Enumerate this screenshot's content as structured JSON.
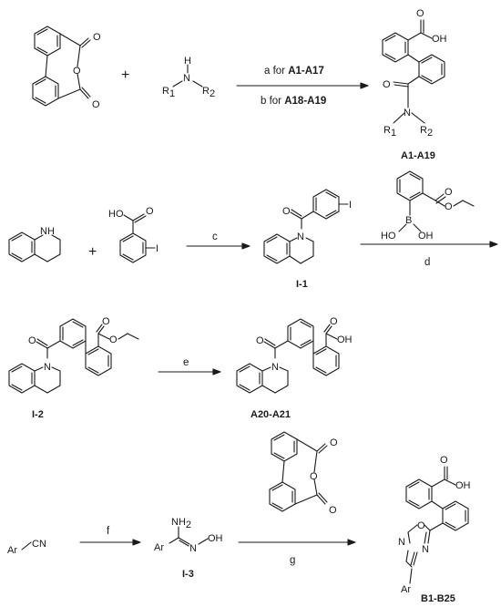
{
  "row1": {
    "plus": "+",
    "amine_H": "H",
    "amine_N": "N",
    "amine_R1": "R",
    "amine_R1_sub": "1",
    "amine_R2": "R",
    "amine_R2_sub": "2",
    "cond_a_prefix": "a for ",
    "cond_a_cmp": "A1-A17",
    "cond_b_prefix": "b for ",
    "cond_b_cmp": "A18-A19",
    "prod_OH": "OH",
    "prod_O_acid": "O",
    "prod_O_amide": "O",
    "prod_N": "N",
    "prod_R1": "R",
    "prod_R1_sub": "1",
    "prod_R2": "R",
    "prod_R2_sub": "2",
    "prod_label": "A1-A19",
    "anh_O1": "O",
    "anh_O2": "O",
    "anh_O3": "O"
  },
  "row2": {
    "thq_NH": "NH",
    "plus": "+",
    "acid_HO": "HO",
    "acid_O": "O",
    "acid_I": "I",
    "cond_c": "c",
    "i1_O": "O",
    "i1_N": "N",
    "i1_I": "I",
    "i1_label": "I-1",
    "boronic_O1": "O",
    "boronic_O2": "O",
    "boronic_B": "B",
    "boronic_HO": "HO",
    "boronic_OH": "OH",
    "cond_d": "d"
  },
  "row3": {
    "i2_O1": "O",
    "i2_O2": "O",
    "i2_O3": "O",
    "i2_N": "N",
    "i2_label": "I-2",
    "cond_e": "e",
    "a20_O1": "O",
    "a20_O2": "O",
    "a20_OH": "OH",
    "a20_N": "N",
    "a20_label": "A20-A21"
  },
  "row4": {
    "nitrile_Ar": "Ar",
    "nitrile_CN": "CN",
    "cond_f": "f",
    "i3_NH2": "NH",
    "i3_NH2_sub": "2",
    "i3_Ar": "Ar",
    "i3_N": "N",
    "i3_OH": "OH",
    "i3_label": "I-3",
    "anh_O1": "O",
    "anh_O2": "O",
    "anh_O3": "O",
    "cond_g": "g",
    "b_O": "O",
    "b_OH": "OH",
    "b_O_ring": "O",
    "b_N1": "N",
    "b_N2": "N",
    "b_Ar": "Ar",
    "b_label": "B1-B25"
  }
}
